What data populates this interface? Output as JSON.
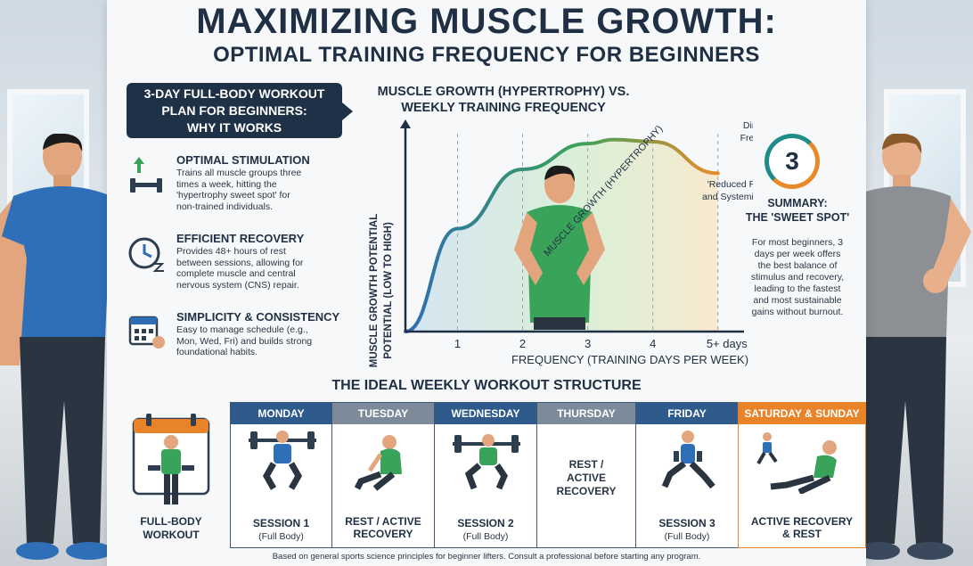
{
  "header": {
    "title_line1": "MAXIMIZING MUSCLE GROWTH:",
    "title_line2": "OPTIMAL TRAINING FREQUENCY FOR BEGINNERS"
  },
  "plan": {
    "heading_line1": "3-DAY FULL-BODY WORKOUT",
    "heading_line2": "PLAN FOR BEGINNERS:",
    "heading_line3": "WHY IT WORKS"
  },
  "benefits": [
    {
      "icon": "dumbbell-arrow-icon",
      "title": "OPTIMAL STIMULATION",
      "lines": [
        "Trains all muscle groups three",
        "times a week, hitting the",
        "'hypertrophy sweet spot' for",
        "non-trained individuals."
      ]
    },
    {
      "icon": "clock-recovery-icon",
      "title": "EFFICIENT RECOVERY",
      "lines": [
        "Provides 48+ hours of rest",
        "between sessions, allowing for",
        "complete muscle and central",
        "nervous system (CNS) repair."
      ]
    },
    {
      "icon": "calendar-check-icon",
      "title": "SIMPLICITY & CONSISTENCY",
      "lines": [
        "Easy to manage schedule (e.g.,",
        "Mon, Wed, Fri) and builds strong",
        "foundational habits."
      ]
    }
  ],
  "chart_data": {
    "type": "area",
    "title_line1": "MUSCLE GROWTH (HYPERTROPHY) VS.",
    "title_line2": "WEEKLY TRAINING FREQUENCY",
    "ylabel_line1": "MUSCLE GROWTH POTENTIAL",
    "ylabel_line2": "POTENTIAL (LOW TO HIGH)",
    "xlabel": "FREQUENCY (TRAINING DAYS PER WEEK)",
    "x_ticks": [
      "1",
      "2",
      "3",
      "4",
      "5+ days"
    ],
    "x": [
      0.2,
      1,
      2,
      3,
      3.4,
      4,
      5
    ],
    "y": [
      0.0,
      0.52,
      0.82,
      0.95,
      0.97,
      0.96,
      0.8
    ],
    "xlim": [
      0.2,
      5.4
    ],
    "ylim": [
      0,
      1
    ],
    "curve_label": "MUSCLE GROWTH (HYPERTROPHY)",
    "annotation_top_line1": "Dimilimed",
    "annotation_top_line2": "Frequenc",
    "annotation_mid_line1": "'Reduced Recovery",
    "annotation_mid_line2": "and Systemic Fatigue'",
    "grid": "vertical dashed",
    "colors": {
      "low": "#2f6db3",
      "mid": "#3aa35a",
      "high": "#e98a2a"
    }
  },
  "summary": {
    "badge": "3",
    "title_line1": "SUMMARY:",
    "title_line2": "THE 'SWEET SPOT'",
    "body_lines": [
      "For most beginners, 3",
      "days per week offers",
      "the best balance of",
      "stimulus and recovery,",
      "leading to the fastest",
      "and most sustainable",
      "gains without burnout."
    ]
  },
  "structure": {
    "title": "THE IDEAL WEEKLY WORKOUT STRUCTURE",
    "full_body_line1": "FULL-BODY",
    "full_body_line2": "WORKOUT",
    "days": [
      {
        "name": "MONDAY",
        "label": "SESSION 1",
        "sub": "(Full Body)"
      },
      {
        "name": "TUESDAY",
        "label_line1": "REST / ACTIVE",
        "label_line2": "RECOVERY"
      },
      {
        "name": "WEDNESDAY",
        "label": "SESSION 2",
        "sub": "(Full Body)"
      },
      {
        "name": "THURSDAY",
        "mid_line1": "REST /",
        "mid_line2": "ACTIVE",
        "mid_line3": "RECOVERY"
      },
      {
        "name": "FRIDAY",
        "label": "SESSION 3",
        "sub": "(Full Body)"
      },
      {
        "name": "SATURDAY & SUNDAY",
        "label_line1": "ACTIVE RECOVERY",
        "label_line2": "& REST"
      }
    ]
  },
  "footer": "Based on general sports science principles for beginner lifters. Consult a professional before starting any program."
}
